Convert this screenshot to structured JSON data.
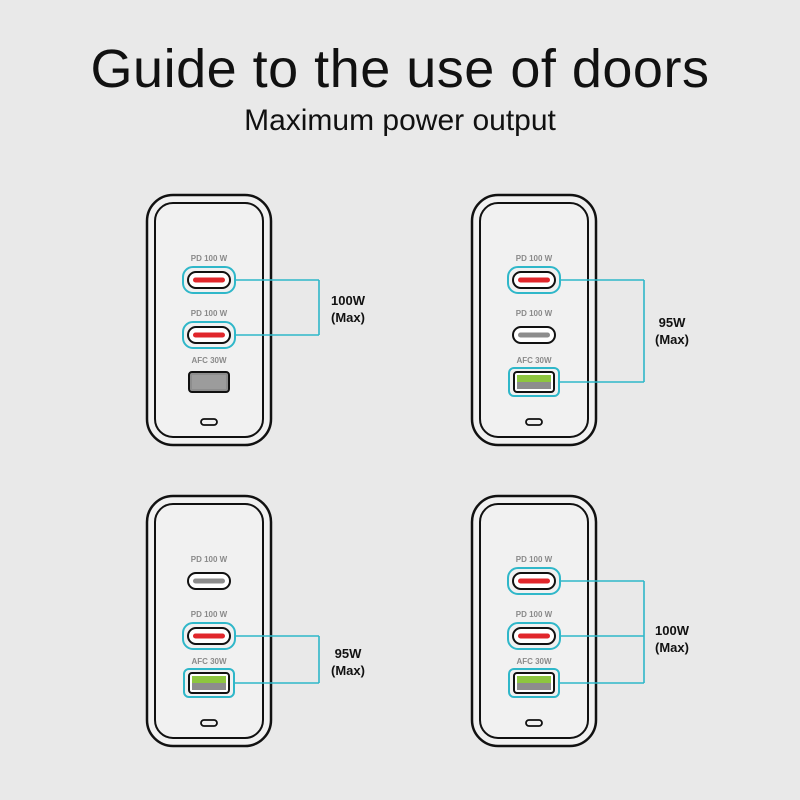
{
  "header": {
    "title": "Guide to the use of doors",
    "subtitle": "Maximum power output"
  },
  "colors": {
    "background": "#e9e9e9",
    "charger_body": "#f1f1f1",
    "outline": "#111111",
    "highlight_line": "#2fb7c9",
    "active_usb_c": "#e0262b",
    "inactive_usb_c": "#8d8d8d",
    "active_usb_a": "#8dc63f",
    "inactive_usb_a": "#8d8d8d"
  },
  "chargers": [
    {
      "id": "top-left",
      "ports": [
        {
          "label": "PD 100 W",
          "type": "usb-c",
          "active": true
        },
        {
          "label": "PD 100 W",
          "type": "usb-c",
          "active": true
        },
        {
          "label": "AFC 30W",
          "type": "usb-a",
          "active": false
        }
      ],
      "output": {
        "watts": "100W",
        "note": "(Max)"
      }
    },
    {
      "id": "top-right",
      "ports": [
        {
          "label": "PD 100 W",
          "type": "usb-c",
          "active": true
        },
        {
          "label": "PD 100 W",
          "type": "usb-c",
          "active": false
        },
        {
          "label": "AFC 30W",
          "type": "usb-a",
          "active": true
        }
      ],
      "output": {
        "watts": "95W",
        "note": "(Max)"
      }
    },
    {
      "id": "bottom-left",
      "ports": [
        {
          "label": "PD 100 W",
          "type": "usb-c",
          "active": false
        },
        {
          "label": "PD 100 W",
          "type": "usb-c",
          "active": true
        },
        {
          "label": "AFC 30W",
          "type": "usb-a",
          "active": true
        }
      ],
      "output": {
        "watts": "95W",
        "note": "(Max)"
      }
    },
    {
      "id": "bottom-right",
      "ports": [
        {
          "label": "PD 100 W",
          "type": "usb-c",
          "active": true
        },
        {
          "label": "PD 100 W",
          "type": "usb-c",
          "active": true
        },
        {
          "label": "AFC 30W",
          "type": "usb-a",
          "active": true
        }
      ],
      "output": {
        "watts": "100W",
        "note": "(Max)"
      }
    }
  ]
}
